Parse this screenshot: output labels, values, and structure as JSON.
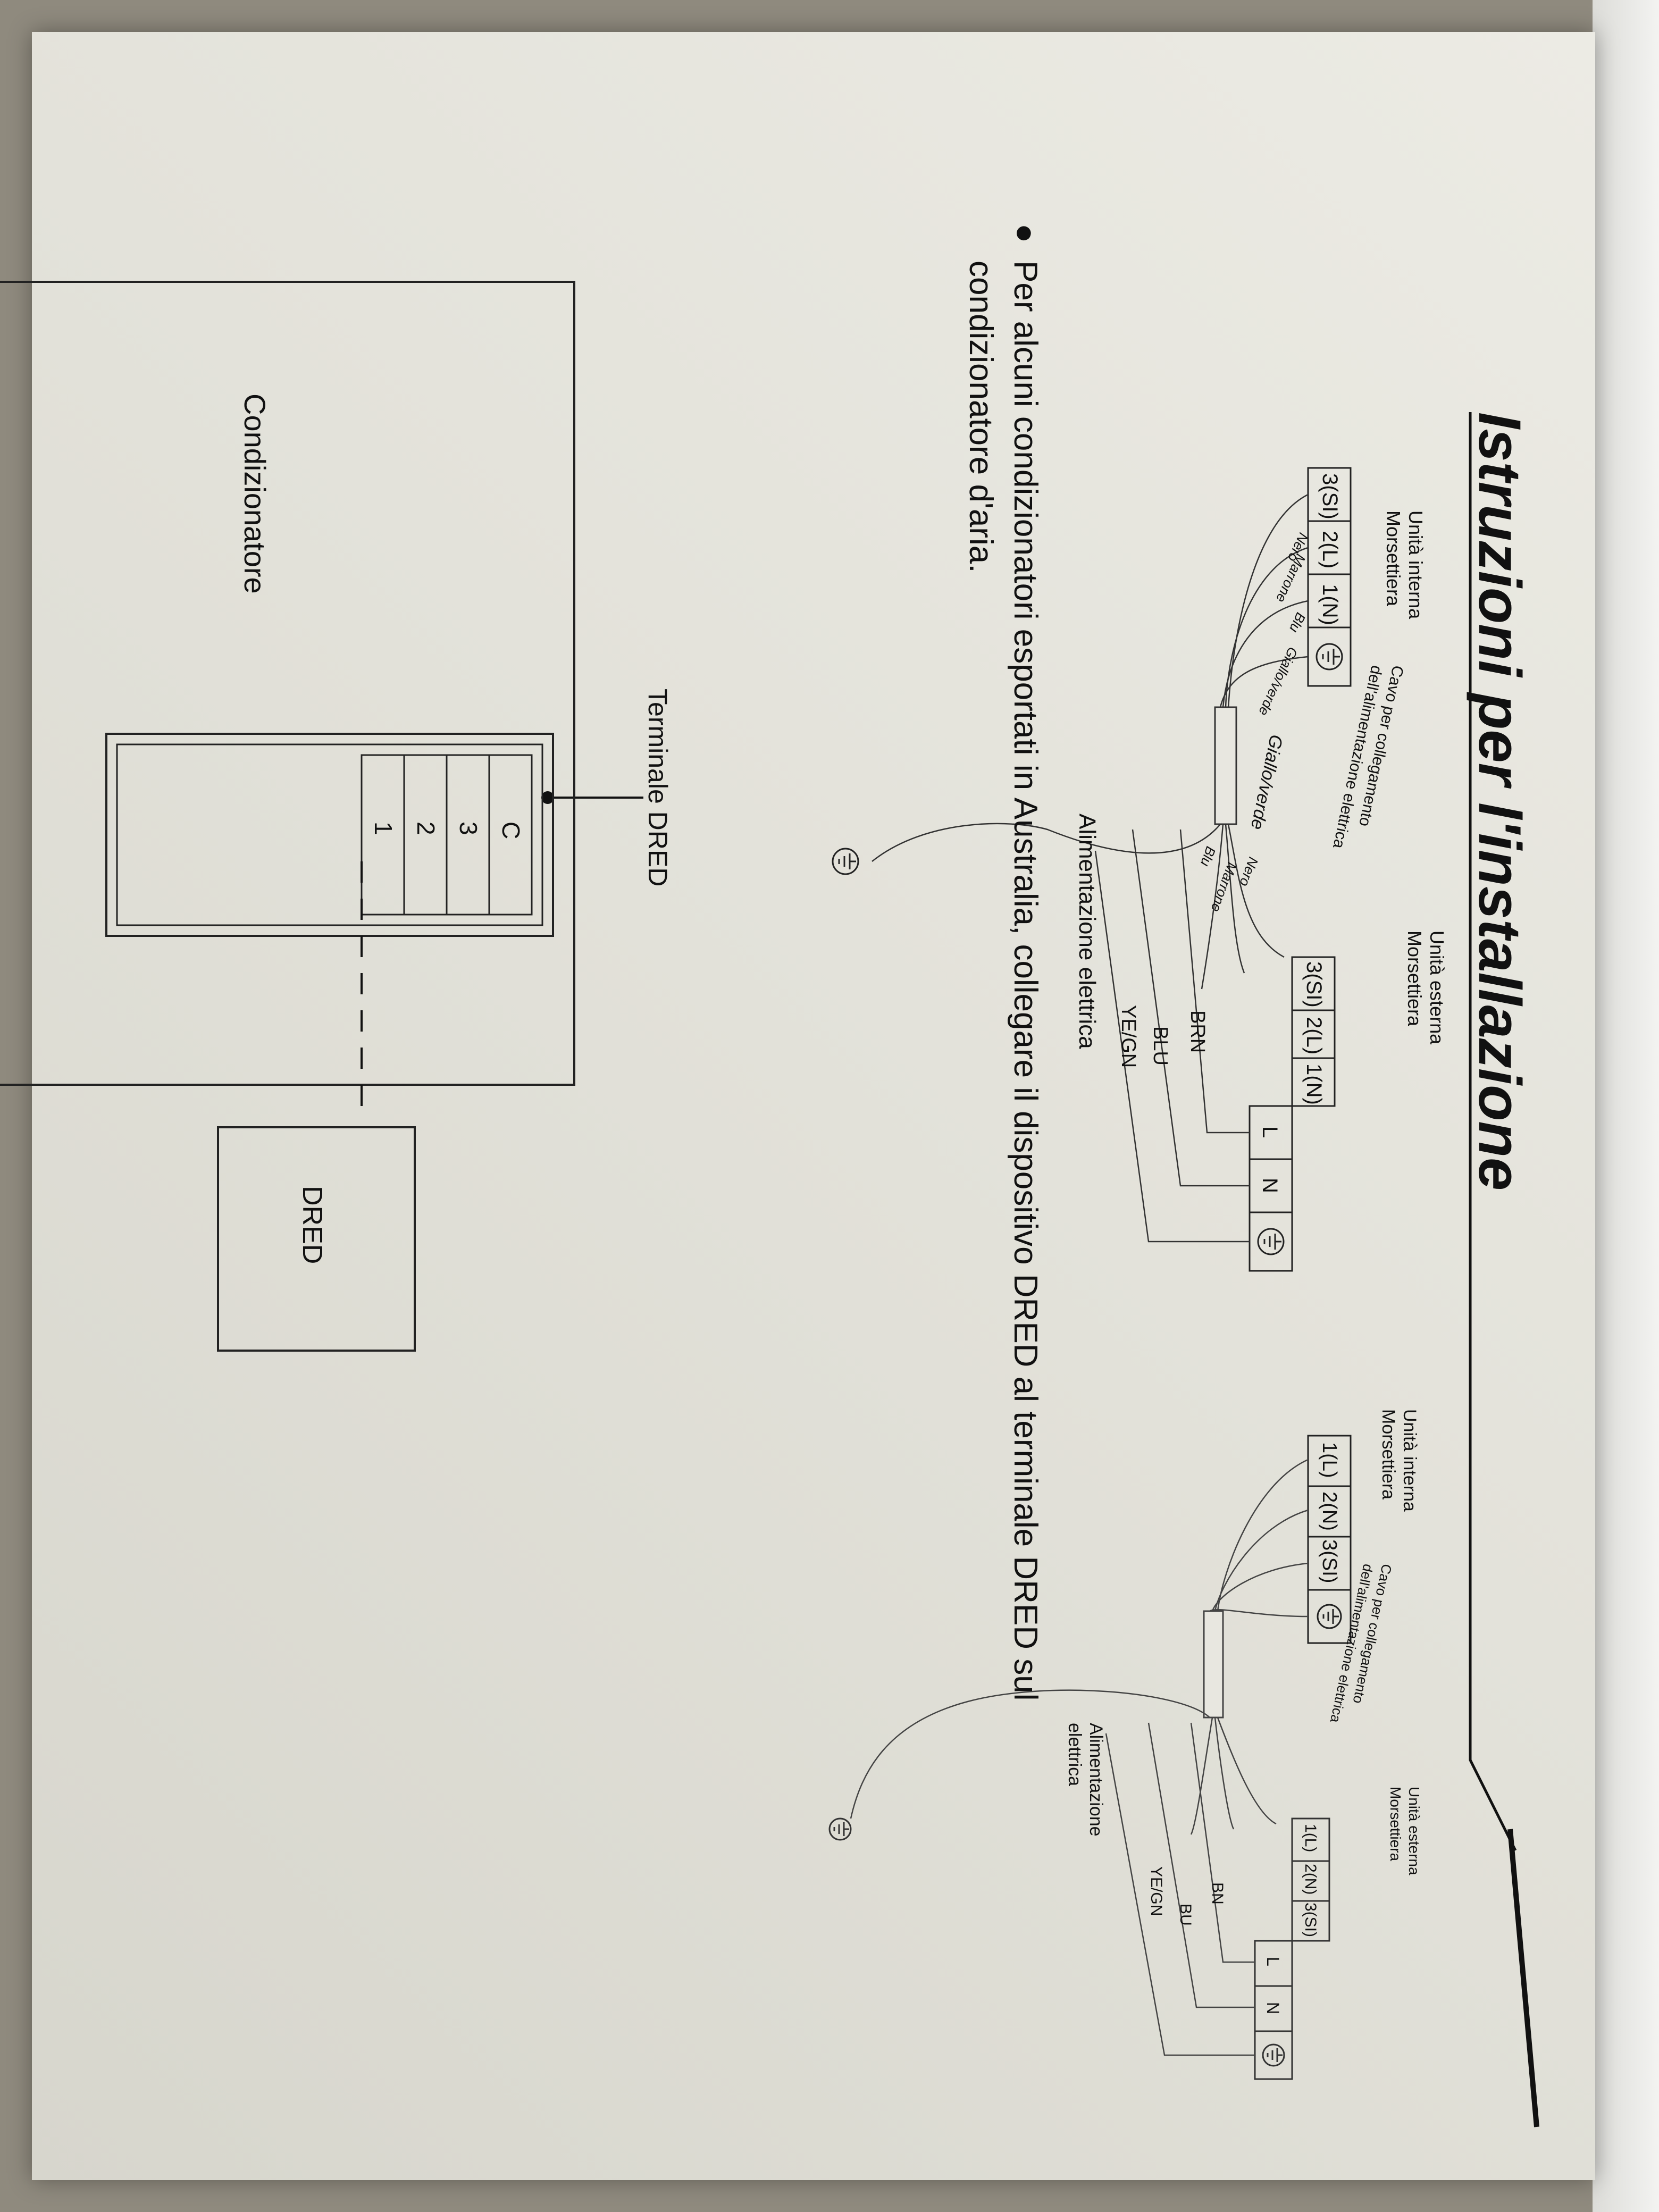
{
  "page_title": "Istruzioni per l'installazione",
  "diagram1": {
    "indoor_label_1": "Unità interna",
    "indoor_label_2": "Morsettiera",
    "outdoor_label_1": "Unità esterna",
    "outdoor_label_2": "Morsettiera",
    "cable_label_1": "Cavo per collegamento",
    "cable_label_2": "dell'alimentazione elettrica",
    "indoor_terminals": [
      "3(SI)",
      "2(L)",
      "1(N)"
    ],
    "outdoor_terminals": [
      "3(SI)",
      "2(L)",
      "1(N)"
    ],
    "indoor_wires": [
      "Nero",
      "Marrone",
      "Blu",
      "Giallo/verde"
    ],
    "outdoor_wires": [
      "Nero",
      "Marrone",
      "Blu"
    ],
    "ground_wire": "Giallo/verde",
    "supply_terminals": [
      "L",
      "N"
    ],
    "supply_wires": [
      "BRN",
      "BLU",
      "YE/GN"
    ],
    "supply_label": "Alimentazione elettrica"
  },
  "diagram2": {
    "indoor_label_1": "Unità interna",
    "indoor_label_2": "Morsettiera",
    "outdoor_label_1": "Unità esterna",
    "outdoor_label_2": "Morsettiera",
    "cable_label_1": "Cavo per collegamento",
    "cable_label_2": "dell'alimentazione elettrica",
    "indoor_terminals": [
      "1(L)",
      "2(N)",
      "3(SI)"
    ],
    "outdoor_terminals": [
      "1(L)",
      "2(N)",
      "3(SI)"
    ],
    "supply_terminals": [
      "L",
      "N"
    ],
    "supply_wires": [
      "BN",
      "BU",
      "YE/GN"
    ],
    "supply_label_1": "Alimentazione",
    "supply_label_2": "elettrica"
  },
  "bullet": {
    "line1": "Per alcuni condizionatori esportati in Australia, collegare il dispositivo DRED al terminale DRED sul",
    "line2": "condizionatore d'aria."
  },
  "dred": {
    "terminal_label": "Terminale DRED",
    "unit_label": "Condizionatore",
    "terminals": [
      "C",
      "3",
      "2",
      "1"
    ],
    "device_label": "DRED"
  }
}
